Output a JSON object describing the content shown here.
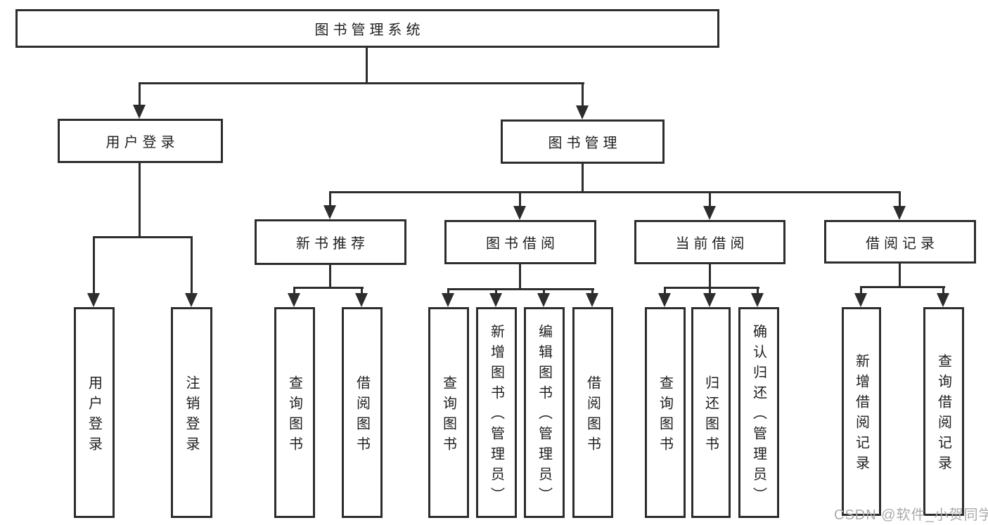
{
  "diagram": {
    "root": {
      "label": "图书管理系统"
    },
    "branches": [
      {
        "label": "用户登录",
        "children": [
          {
            "label": "用户登录"
          },
          {
            "label": "注销登录"
          }
        ]
      },
      {
        "label": "图书管理",
        "sections": [
          {
            "label": "新书推荐",
            "children": [
              {
                "label": "查询图书"
              },
              {
                "label": "借阅图书"
              }
            ]
          },
          {
            "label": "图书借阅",
            "children": [
              {
                "label": "查询图书"
              },
              {
                "label": "新增图书（管理员）"
              },
              {
                "label": "编辑图书（管理员）"
              },
              {
                "label": "借阅图书"
              }
            ]
          },
          {
            "label": "当前借阅",
            "children": [
              {
                "label": "查询图书"
              },
              {
                "label": "归还图书"
              },
              {
                "label": "确认归还（管理员）"
              }
            ]
          },
          {
            "label": "借阅记录",
            "children": [
              {
                "label": "新增借阅记录"
              },
              {
                "label": "查询借阅记录"
              }
            ]
          }
        ]
      }
    ]
  },
  "watermark": {
    "text": "CSDN @软件_小贺同学"
  },
  "colors": {
    "line": "#2d2d2d",
    "text": "#1f1f1f",
    "watermark": "#ababab",
    "background": "#ffffff"
  }
}
